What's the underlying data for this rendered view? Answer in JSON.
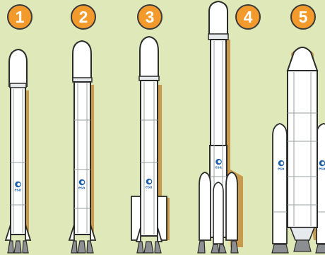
{
  "badges": [
    {
      "number": "1"
    },
    {
      "number": "2"
    },
    {
      "number": "3"
    },
    {
      "number": "4"
    },
    {
      "number": "5"
    }
  ],
  "logo": {
    "text": "esa"
  },
  "colors": {
    "background": "#dfe8b9",
    "badge_fill": "#f39a2c",
    "badge_stroke": "#3a3a3a",
    "rocket_body": "#ffffff",
    "rocket_outline": "#2b2b2b",
    "rocket_shadow": "#c89a4d",
    "rocket_panel": "#e6eaec",
    "nozzle": "#8c8f91",
    "esa_blue": "#1f5fa8"
  },
  "icons": {
    "badge": "numbered-circle-icon",
    "logo": "esa-logo-icon",
    "rocket": "rocket-icon"
  }
}
